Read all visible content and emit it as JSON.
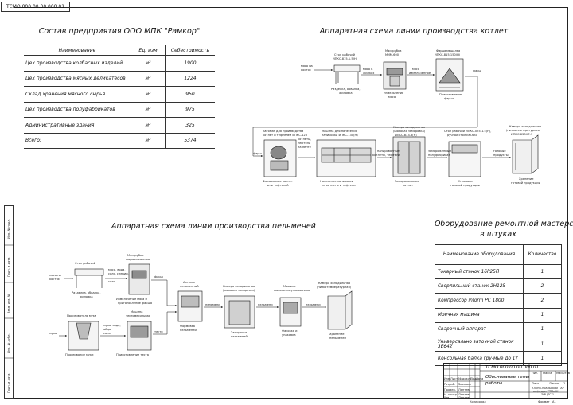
{
  "doc_code": "ТСМО.000.00.00.000.01",
  "composition": {
    "title": "Состав предприятия ООО МПК \"Рамкор\"",
    "headers": [
      "Наименование",
      "Ед. изм",
      "Себестоимость"
    ],
    "rows": [
      [
        "Цех производства колбасных изделий",
        "м²",
        "1900"
      ],
      [
        "Цех производства мясных деликатесов",
        "м²",
        "1224"
      ],
      [
        "Склад хранения мясного сырья",
        "м²",
        "950"
      ],
      [
        "Цех производства полуфабрикатов",
        "м²",
        "975"
      ],
      [
        "Административные здания",
        "м²",
        "325"
      ],
      [
        "Всего:",
        "м²",
        "5374"
      ]
    ]
  },
  "cutlet_scheme": {
    "title": "Аппаратная схема линии производства котлет",
    "labels": {
      "a1": "мясо на",
      "a2": "костях",
      "b1": "Стол рабочий",
      "b2": "ИПКС-815-1.5(Н)",
      "b3": "Разделка, обвалка,",
      "b4": "жиловка",
      "c1": "мясо в",
      "c2": "жилках",
      "d1": "Мясорубка",
      "d2": "МИМ-600",
      "d3": "Измельчение",
      "d4": "мяса",
      "e1": "мясо",
      "e2": "измельченное",
      "f1": "Фаршемешалка",
      "f2": "ИПКС-815-150(Н)",
      "f3": "Приготовление",
      "f4": "фарша",
      "g1": "фарш",
      "h1": "Автомат для производства",
      "h2": "котлет и тефтелей ИПКС-123",
      "h3": "котлеты,",
      "h4": "тефтели",
      "h5": "на ленте",
      "h6": "Формование котлет",
      "h7": "или тефтелей",
      "h8": "фарш",
      "i1": "Машина для нанесения",
      "i2": "панировки ИПКС-130(Н)",
      "i3": "Нанесение панировки",
      "i4": "на котлеты и тефтели",
      "j1": "панированные",
      "j2": "котлеты, тефтели",
      "k1": "Камера холодильная",
      "k2": "(шоковая заморозка)",
      "k3": "ИПКС-833-3(Н)",
      "k4": "Замораживание",
      "k5": "котлет",
      "l1": "замороженный",
      "l2": "полуфабрикат",
      "m1": "Стол рабочий ИПКС-075-1.5(Н),",
      "m2": "ручной стол ВМ-680",
      "m3": "Упаковка",
      "m4": "готовой продукции",
      "n1": "готовые",
      "n2": "продукты",
      "o1": "Камера холодильная",
      "o2": "(низкотемпературная)",
      "o3": "ИПКС-833НТ-9",
      "o4": "Хранение",
      "o5": "готовой продукции"
    }
  },
  "pelmeni_scheme": {
    "title": "Аппаратная схема линии производства пельменей",
    "labels": {
      "a1": "мясо на",
      "a2": "костях",
      "b1": "Стол рабочий",
      "b2": "Разделка, обвалка,",
      "b3": "жиловка",
      "c1": "Мясорубка",
      "c2": "фаршемешалка",
      "c3": "мясо, вода,",
      "c4": "соль, специи,",
      "c5": "соль",
      "c6": "Измельчение мяса и",
      "c7": "приготовление фарша",
      "c8": "фарш",
      "d1": "Автомат",
      "d2": "пельменный",
      "d3": "Формовка",
      "d4": "пельменей",
      "e1": "Просеиватель муки",
      "e2": "мука",
      "e3": "Просеивание муки",
      "f1": "мука, вода,",
      "f2": "яйцо,",
      "f3": "соль",
      "f4": "Машина",
      "f5": "тестомесильная",
      "f6": "Приготовление теста",
      "f7": "тесто",
      "g1": "пельмени",
      "h1": "Камера холодильная",
      "h2": "(шоковая заморозка)",
      "h3": "Заморозка",
      "h4": "пельменей",
      "i1": "пельмени",
      "j1": "Машина",
      "j2": "фасовочно-упаковочная",
      "j3": "Фасовка и",
      "j4": "упаковка",
      "k1": "пельмени",
      "l1": "Камера холодильная",
      "l2": "(низкотемпературная)",
      "l3": "Хранение",
      "l4": "пельменей"
    }
  },
  "equipment": {
    "title_line1": "Оборудование ремонтной мастерской",
    "title_line2": "в штуках",
    "headers": [
      "Наименование оборудования",
      "Количество"
    ],
    "rows": [
      [
        "Токарный станок 16Р25П",
        "1"
      ],
      [
        "Сверлильный станок 2Н125",
        "2"
      ],
      [
        "Компрессор inform PC 1800",
        "2"
      ],
      [
        "Моечная машина",
        "1"
      ],
      [
        "Сварочный аппарат",
        "1"
      ],
      [
        "Универсально заточной станок 3Е642",
        "1"
      ],
      [
        "Консольная балка гру-мые до 1т",
        "1"
      ]
    ]
  },
  "stamp": {
    "code": "ТСМО.000.00.00.000.01",
    "title1": "Обоснование темы",
    "title2": "работы",
    "c1": "Изм.",
    "c2": "Лист",
    "c3": "№ докум.",
    "c4": "Подп.",
    "c5": "Дата",
    "r1": "Разраб.",
    "r2": "Провер.",
    "r3": "Н. контр.",
    "r4": "Утв.",
    "n1": "Захарин",
    "n2": "Лаптев",
    "n3": "Лаптев",
    "n4": "Лаптев",
    "lit": "Лит.",
    "mass": "Масса",
    "scale": "Масштаб",
    "sheet": "Лист",
    "sheets": "Листов",
    "sheets_val": "1",
    "org1": "Южно-Уральский ГАУ",
    "org2": "кафедра ТТМиЖ",
    "org3": "ЭИЦТС 1",
    "copied": "Копировал",
    "format": "Формат",
    "format_val": "А1"
  },
  "side": {
    "s1": "Инв. № подл.",
    "s2": "Подп. и дата",
    "s3": "Взам. инв. №",
    "s4": "Инв. № дубл.",
    "s5": "Подп. и дата"
  }
}
